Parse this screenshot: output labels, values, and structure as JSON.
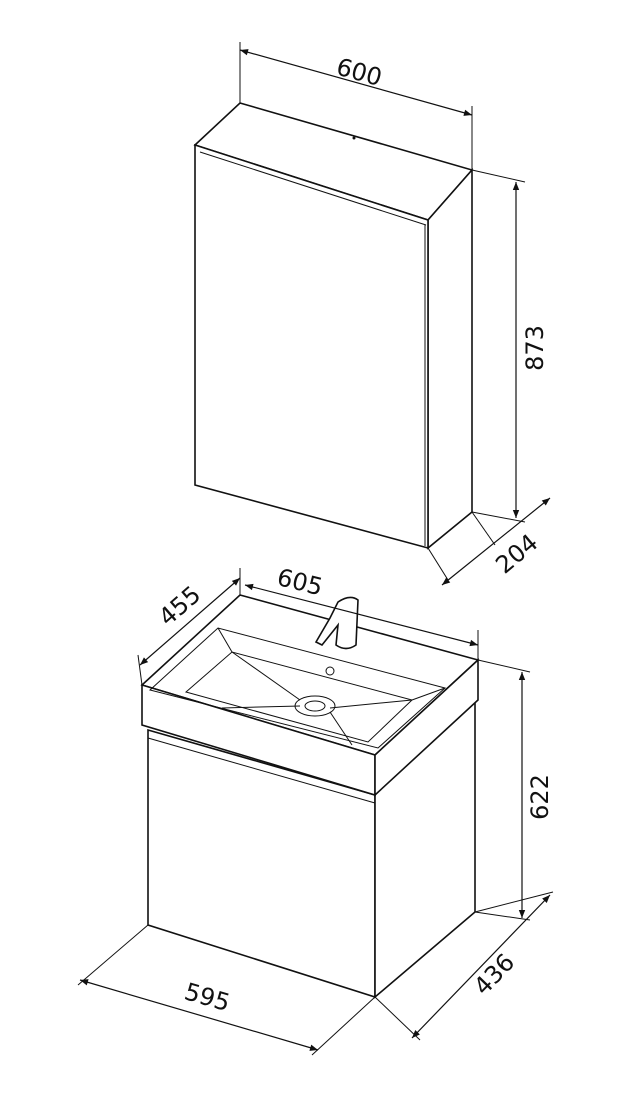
{
  "title": "Bathroom furniture set dimensions",
  "mirror_cabinet": {
    "width": "600",
    "height": "873",
    "depth": "204"
  },
  "vanity": {
    "sink_width": "605",
    "sink_depth": "455",
    "height": "622",
    "cabinet_width": "595",
    "cabinet_depth": "436"
  },
  "colors": {
    "line": "#111111",
    "background": "#ffffff"
  }
}
